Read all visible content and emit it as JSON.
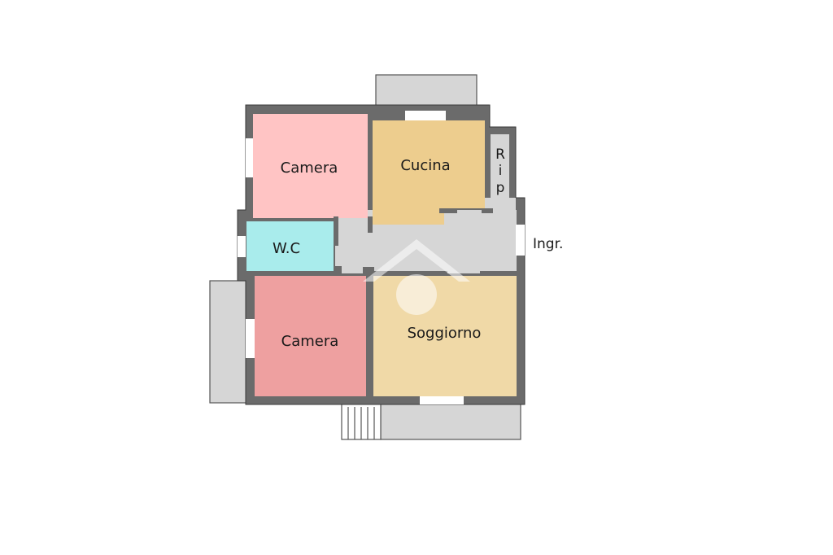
{
  "rooms": {
    "camera_top": {
      "label": "Camera",
      "color": "#ffc4c4"
    },
    "cucina": {
      "label": "Cucina",
      "color": "#edcd8e"
    },
    "ripostiglio": {
      "letters": [
        "R",
        "i",
        "p"
      ],
      "color": "#d6d6d6"
    },
    "wc": {
      "label": "W.C",
      "color": "#a9ecec"
    },
    "camera_bottom": {
      "label": "Camera",
      "color": "#eea0a0"
    },
    "soggiorno": {
      "label": "Soggiorno",
      "color": "#f0d9a7"
    },
    "corridor": {
      "color": "#d6d6d6"
    }
  },
  "entrance": {
    "label": "Ingr."
  },
  "colors": {
    "wall": "#6b6b6b",
    "balcony": "#d6d6d6",
    "balcony_stroke": "#555555",
    "window": "#ffffff"
  },
  "icons": {
    "watermark": "house-watermark-icon",
    "stairs": "stairs-icon"
  }
}
